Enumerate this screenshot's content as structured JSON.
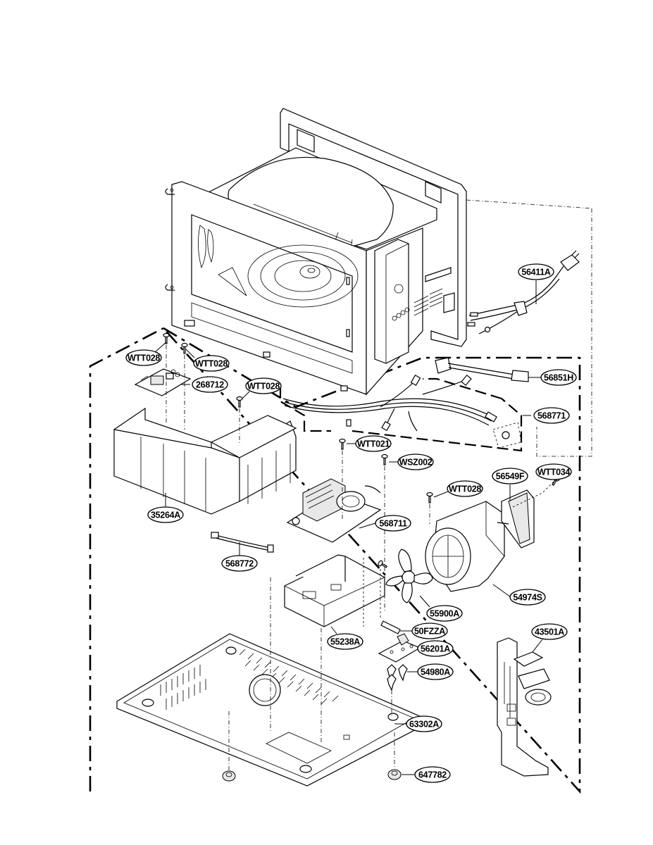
{
  "diagram": {
    "title": "Microwave oven exploded parts diagram",
    "callouts": [
      {
        "id": "c1",
        "label": "56411A",
        "part": "power-cord"
      },
      {
        "id": "c2",
        "label": "WTT028",
        "part": "screw"
      },
      {
        "id": "c3",
        "label": "WTT028",
        "part": "screw"
      },
      {
        "id": "c4",
        "label": "268712",
        "part": "pcb-assembly"
      },
      {
        "id": "c5",
        "label": "WTT028",
        "part": "screw"
      },
      {
        "id": "c6",
        "label": "56851H",
        "part": "connector-lead"
      },
      {
        "id": "c7",
        "label": "568771",
        "part": "wire-harness"
      },
      {
        "id": "c8",
        "label": "WTT021",
        "part": "screw"
      },
      {
        "id": "c9",
        "label": "WSZ002",
        "part": "screw"
      },
      {
        "id": "c10",
        "label": "WTT028",
        "part": "screw"
      },
      {
        "id": "c11",
        "label": "56549F",
        "part": "fan-motor"
      },
      {
        "id": "c12",
        "label": "WTT034",
        "part": "screw"
      },
      {
        "id": "c13",
        "label": "35264A",
        "part": "air-guide"
      },
      {
        "id": "c14",
        "label": "568711",
        "part": "inverter-board"
      },
      {
        "id": "c15",
        "label": "568772",
        "part": "wire-lead"
      },
      {
        "id": "c16",
        "label": "54974S",
        "part": "fan-shroud"
      },
      {
        "id": "c17",
        "label": "55900A",
        "part": "fan-blade"
      },
      {
        "id": "c18",
        "label": "55238A",
        "part": "inverter-bracket"
      },
      {
        "id": "c19",
        "label": "50FZZA",
        "part": "fuse"
      },
      {
        "id": "c20",
        "label": "56201A",
        "part": "noise-filter-board"
      },
      {
        "id": "c21",
        "label": "43501A",
        "part": "latch-board"
      },
      {
        "id": "c22",
        "label": "54980A",
        "part": "board-spacer"
      },
      {
        "id": "c23",
        "label": "63302A",
        "part": "base-plate"
      },
      {
        "id": "c24",
        "label": "647782",
        "part": "foot"
      }
    ]
  }
}
